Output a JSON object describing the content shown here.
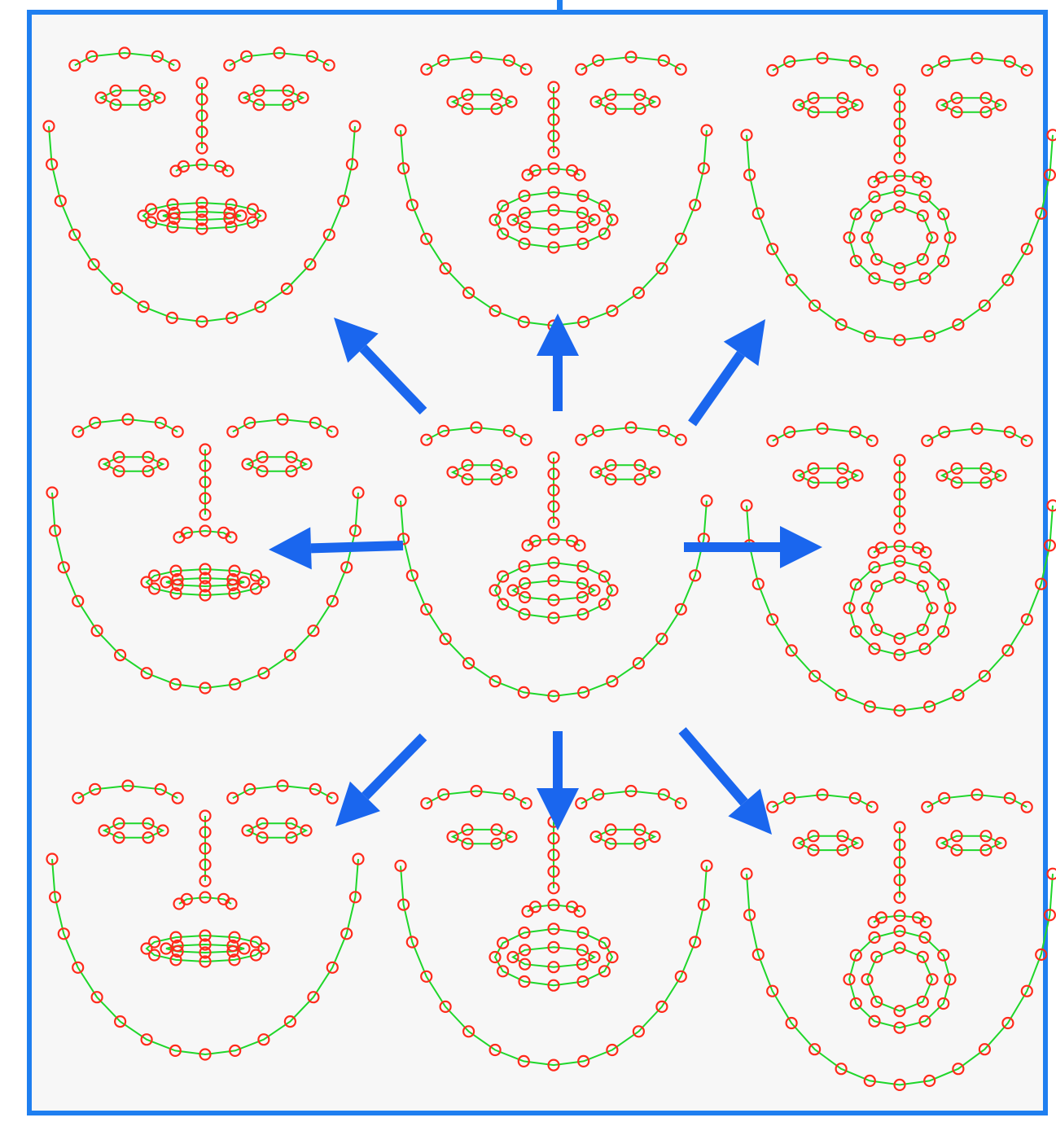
{
  "figure": {
    "description_free": true,
    "colors": {
      "frame": "#1f7ff0",
      "arrow": "#1a66ee",
      "landmark_point": "#ff2a1a",
      "landmark_line": "#1fd62a",
      "background": "#f7f7f7"
    },
    "grid": {
      "rows": 3,
      "cols": 3
    },
    "faces": [
      {
        "id": "top-left",
        "mouth": "closed-wide"
      },
      {
        "id": "top-center",
        "mouth": "neutral"
      },
      {
        "id": "top-right",
        "mouth": "round-open"
      },
      {
        "id": "middle-left",
        "mouth": "closed-wide"
      },
      {
        "id": "center",
        "mouth": "neutral"
      },
      {
        "id": "middle-right",
        "mouth": "round-open"
      },
      {
        "id": "bottom-left",
        "mouth": "closed-wide"
      },
      {
        "id": "bottom-center",
        "mouth": "neutral"
      },
      {
        "id": "bottom-right",
        "mouth": "round-open"
      }
    ],
    "arrows": [
      {
        "id": "to-top-left",
        "direction": "up-left"
      },
      {
        "id": "to-top-center",
        "direction": "up"
      },
      {
        "id": "to-top-right",
        "direction": "up-right"
      },
      {
        "id": "to-middle-left",
        "direction": "left"
      },
      {
        "id": "to-middle-right",
        "direction": "right"
      },
      {
        "id": "to-bottom-left",
        "direction": "down-left"
      },
      {
        "id": "to-bottom-center",
        "direction": "down"
      },
      {
        "id": "to-bottom-right",
        "direction": "down-right"
      }
    ]
  }
}
